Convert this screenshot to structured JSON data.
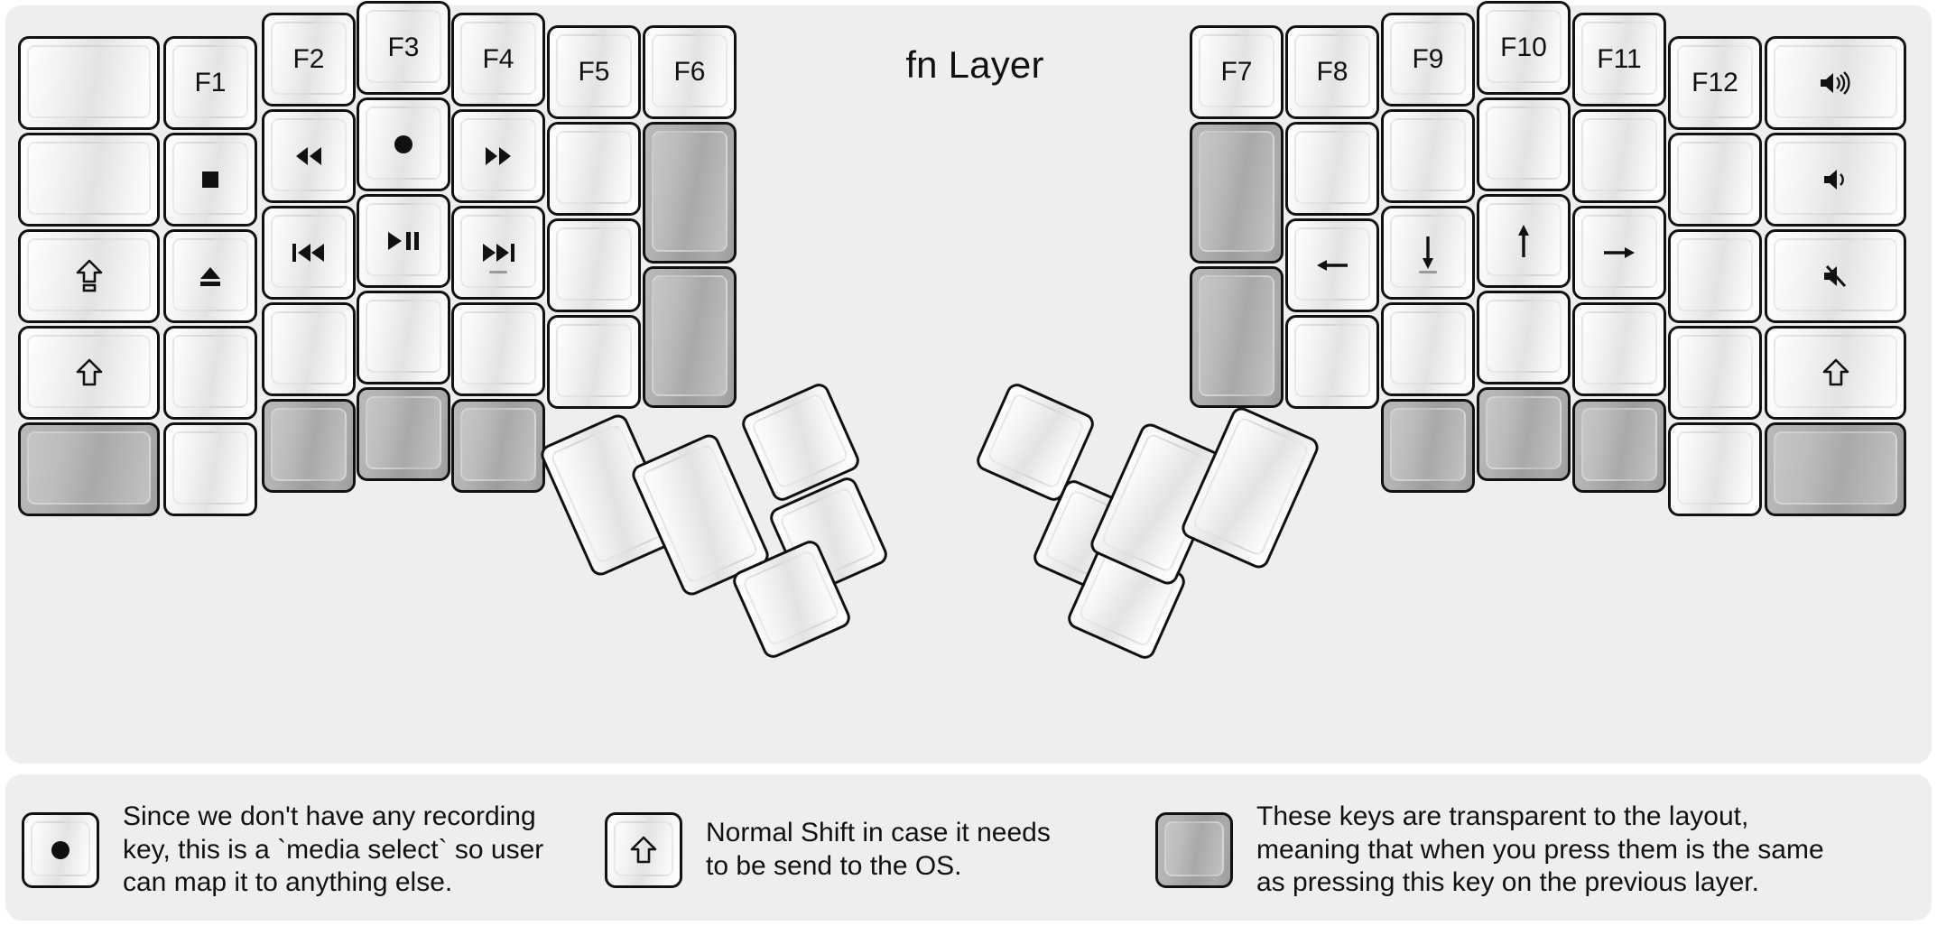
{
  "title": "fn Layer",
  "colors": {
    "background": "#eeeeee",
    "key_outline": "#111111",
    "key_face": "#f1f1f1",
    "transparent_key": "#a8a8a8",
    "text": "#111111"
  },
  "left_half": {
    "columns": [
      {
        "name": "col-pinky-outer",
        "keys": [
          {
            "name": "blank-1",
            "label": "",
            "style": "normal"
          },
          {
            "name": "blank-2",
            "label": "",
            "style": "normal"
          },
          {
            "name": "caps-lock",
            "label": "caps-lock-icon",
            "style": "normal"
          },
          {
            "name": "shift",
            "label": "shift-icon",
            "style": "normal"
          },
          {
            "name": "transparent-1",
            "label": "",
            "style": "transparent"
          }
        ]
      },
      {
        "name": "col-pinky",
        "keys": [
          {
            "name": "f1",
            "label": "F1",
            "style": "normal"
          },
          {
            "name": "media-stop",
            "label": "stop-icon",
            "style": "normal"
          },
          {
            "name": "media-eject",
            "label": "eject-icon",
            "style": "normal"
          },
          {
            "name": "blank-3",
            "label": "",
            "style": "normal"
          },
          {
            "name": "blank-4",
            "label": "",
            "style": "normal"
          }
        ]
      },
      {
        "name": "col-ring",
        "keys": [
          {
            "name": "f2",
            "label": "F2",
            "style": "normal"
          },
          {
            "name": "media-rewind",
            "label": "rewind-icon",
            "style": "normal"
          },
          {
            "name": "media-prev-track",
            "label": "previous-track-icon",
            "style": "normal"
          },
          {
            "name": "blank-5",
            "label": "",
            "style": "normal"
          },
          {
            "name": "transparent-2",
            "label": "",
            "style": "transparent"
          }
        ]
      },
      {
        "name": "col-middle",
        "keys": [
          {
            "name": "f3",
            "label": "F3",
            "style": "normal"
          },
          {
            "name": "media-record",
            "label": "record-icon",
            "style": "normal"
          },
          {
            "name": "media-play-pause",
            "label": "play-pause-icon",
            "style": "normal"
          },
          {
            "name": "blank-6",
            "label": "",
            "style": "normal"
          },
          {
            "name": "transparent-3",
            "label": "",
            "style": "transparent"
          }
        ]
      },
      {
        "name": "col-index",
        "keys": [
          {
            "name": "f4",
            "label": "F4",
            "style": "normal"
          },
          {
            "name": "media-fast-forward",
            "label": "fast-forward-icon",
            "style": "normal"
          },
          {
            "name": "media-next-track",
            "label": "next-track-icon",
            "style": "normal",
            "homing": true
          },
          {
            "name": "blank-7",
            "label": "",
            "style": "normal"
          },
          {
            "name": "transparent-4",
            "label": "",
            "style": "transparent"
          }
        ]
      },
      {
        "name": "col-index-inner",
        "keys": [
          {
            "name": "f5",
            "label": "F5",
            "style": "normal"
          },
          {
            "name": "blank-8",
            "label": "",
            "style": "normal"
          },
          {
            "name": "blank-9",
            "label": "",
            "style": "normal"
          },
          {
            "name": "blank-10",
            "label": "",
            "style": "normal"
          }
        ]
      },
      {
        "name": "col-inner",
        "keys": [
          {
            "name": "f6",
            "label": "F6",
            "style": "normal"
          },
          {
            "name": "transparent-tall-1",
            "label": "",
            "style": "transparent"
          },
          {
            "name": "transparent-tall-2",
            "label": "",
            "style": "transparent"
          }
        ]
      }
    ],
    "thumb_cluster": [
      {
        "name": "thumb-large-1",
        "label": "",
        "style": "normal"
      },
      {
        "name": "thumb-large-2",
        "label": "",
        "style": "normal"
      },
      {
        "name": "thumb-small-1",
        "label": "",
        "style": "normal"
      },
      {
        "name": "thumb-small-2",
        "label": "",
        "style": "normal"
      },
      {
        "name": "thumb-small-3",
        "label": "",
        "style": "normal"
      }
    ]
  },
  "right_half": {
    "columns": [
      {
        "name": "col-inner",
        "keys": [
          {
            "name": "f7",
            "label": "F7",
            "style": "normal"
          },
          {
            "name": "transparent-tall-3",
            "label": "",
            "style": "transparent"
          },
          {
            "name": "transparent-tall-4",
            "label": "",
            "style": "transparent"
          }
        ]
      },
      {
        "name": "col-index-inner",
        "keys": [
          {
            "name": "f8",
            "label": "F8",
            "style": "normal"
          },
          {
            "name": "blank-11",
            "label": "",
            "style": "normal"
          },
          {
            "name": "arrow-left",
            "label": "arrow-left-icon",
            "style": "normal"
          },
          {
            "name": "blank-12",
            "label": "",
            "style": "normal"
          }
        ]
      },
      {
        "name": "col-index",
        "keys": [
          {
            "name": "f9",
            "label": "F9",
            "style": "normal"
          },
          {
            "name": "blank-13",
            "label": "",
            "style": "normal"
          },
          {
            "name": "arrow-down",
            "label": "arrow-down-icon",
            "style": "normal",
            "homing": true
          },
          {
            "name": "blank-14",
            "label": "",
            "style": "normal"
          },
          {
            "name": "transparent-5",
            "label": "",
            "style": "transparent"
          }
        ]
      },
      {
        "name": "col-middle",
        "keys": [
          {
            "name": "f10",
            "label": "F10",
            "style": "normal"
          },
          {
            "name": "blank-15",
            "label": "",
            "style": "normal"
          },
          {
            "name": "arrow-up",
            "label": "arrow-up-icon",
            "style": "normal"
          },
          {
            "name": "blank-16",
            "label": "",
            "style": "normal"
          },
          {
            "name": "transparent-6",
            "label": "",
            "style": "transparent"
          }
        ]
      },
      {
        "name": "col-ring",
        "keys": [
          {
            "name": "f11",
            "label": "F11",
            "style": "normal"
          },
          {
            "name": "blank-17",
            "label": "",
            "style": "normal"
          },
          {
            "name": "arrow-right",
            "label": "arrow-right-icon",
            "style": "normal"
          },
          {
            "name": "blank-18",
            "label": "",
            "style": "normal"
          },
          {
            "name": "transparent-7",
            "label": "",
            "style": "transparent"
          }
        ]
      },
      {
        "name": "col-pinky",
        "keys": [
          {
            "name": "f12",
            "label": "F12",
            "style": "normal"
          },
          {
            "name": "blank-19",
            "label": "",
            "style": "normal"
          },
          {
            "name": "blank-20",
            "label": "",
            "style": "normal"
          },
          {
            "name": "blank-21",
            "label": "",
            "style": "normal"
          },
          {
            "name": "blank-22",
            "label": "",
            "style": "normal"
          }
        ]
      },
      {
        "name": "col-pinky-outer",
        "keys": [
          {
            "name": "volume-up",
            "label": "volume-up-icon",
            "style": "normal"
          },
          {
            "name": "volume-down",
            "label": "volume-down-icon",
            "style": "normal"
          },
          {
            "name": "volume-mute",
            "label": "volume-mute-icon",
            "style": "normal"
          },
          {
            "name": "shift-right",
            "label": "shift-icon",
            "style": "normal"
          },
          {
            "name": "transparent-8",
            "label": "",
            "style": "transparent"
          }
        ]
      }
    ],
    "thumb_cluster": [
      {
        "name": "thumb-small-4",
        "label": "",
        "style": "normal"
      },
      {
        "name": "thumb-small-5",
        "label": "",
        "style": "normal"
      },
      {
        "name": "thumb-small-6",
        "label": "",
        "style": "normal"
      },
      {
        "name": "thumb-large-3",
        "label": "",
        "style": "normal"
      },
      {
        "name": "thumb-large-4",
        "label": "",
        "style": "normal"
      }
    ]
  },
  "legend": [
    {
      "name": "legend-record",
      "key_icon": "record-icon",
      "key_style": "normal",
      "text": "Since we don't have any recording\nkey, this is a `media select` so user\ncan map it to anything else."
    },
    {
      "name": "legend-shift",
      "key_icon": "shift-icon",
      "key_style": "normal",
      "text": "Normal Shift in case it needs\nto be send to the OS."
    },
    {
      "name": "legend-transparent",
      "key_icon": "",
      "key_style": "transparent",
      "text": "These keys are transparent to the layout,\nmeaning that when you press them is the same\nas pressing this key on the previous layer."
    }
  ]
}
